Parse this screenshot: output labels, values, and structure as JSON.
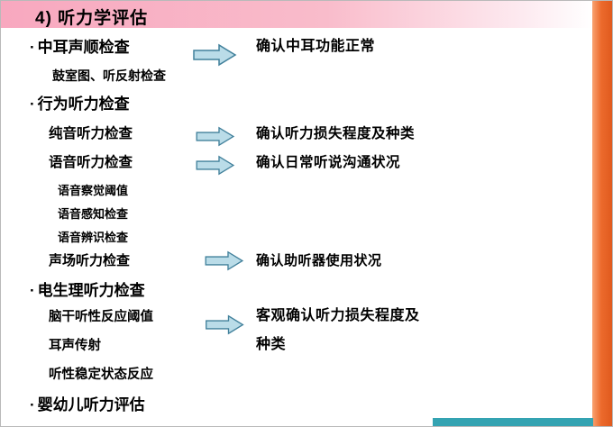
{
  "slide": {
    "title": "4) 听力学评估",
    "bullet_char": "·",
    "rows": [
      {
        "label": "中耳声顺检查",
        "result": "确认中耳功能正常"
      },
      {
        "label": "鼓室图、听反射检查"
      },
      {
        "label": "行为听力检查"
      },
      {
        "label": "纯音听力检查",
        "result": "确认听力损失程度及种类"
      },
      {
        "label": "语音听力检查",
        "result": "确认日常听说沟通状况"
      },
      {
        "label": "语音察觉阈值"
      },
      {
        "label": "语音感知检查"
      },
      {
        "label": "语音辨识检查"
      },
      {
        "label": "声场听力检查",
        "result": "确认助听器使用状况"
      },
      {
        "label": "电生理听力检查"
      },
      {
        "label": "脑干听性反应阈值",
        "result_line1": "客观确认听力损失程度及",
        "result_line2": "种类"
      },
      {
        "label": "耳声传射"
      },
      {
        "label": "听性稳定状态反应"
      },
      {
        "label": "婴幼儿听力评估"
      }
    ]
  },
  "colors": {
    "header_pink": "#f8a8bf",
    "strip_orange": "#ec6a2c",
    "strip_teal": "#34a3b2",
    "arrow_fill": "#badce8",
    "arrow_stroke": "#41809b",
    "text": "#000000"
  }
}
